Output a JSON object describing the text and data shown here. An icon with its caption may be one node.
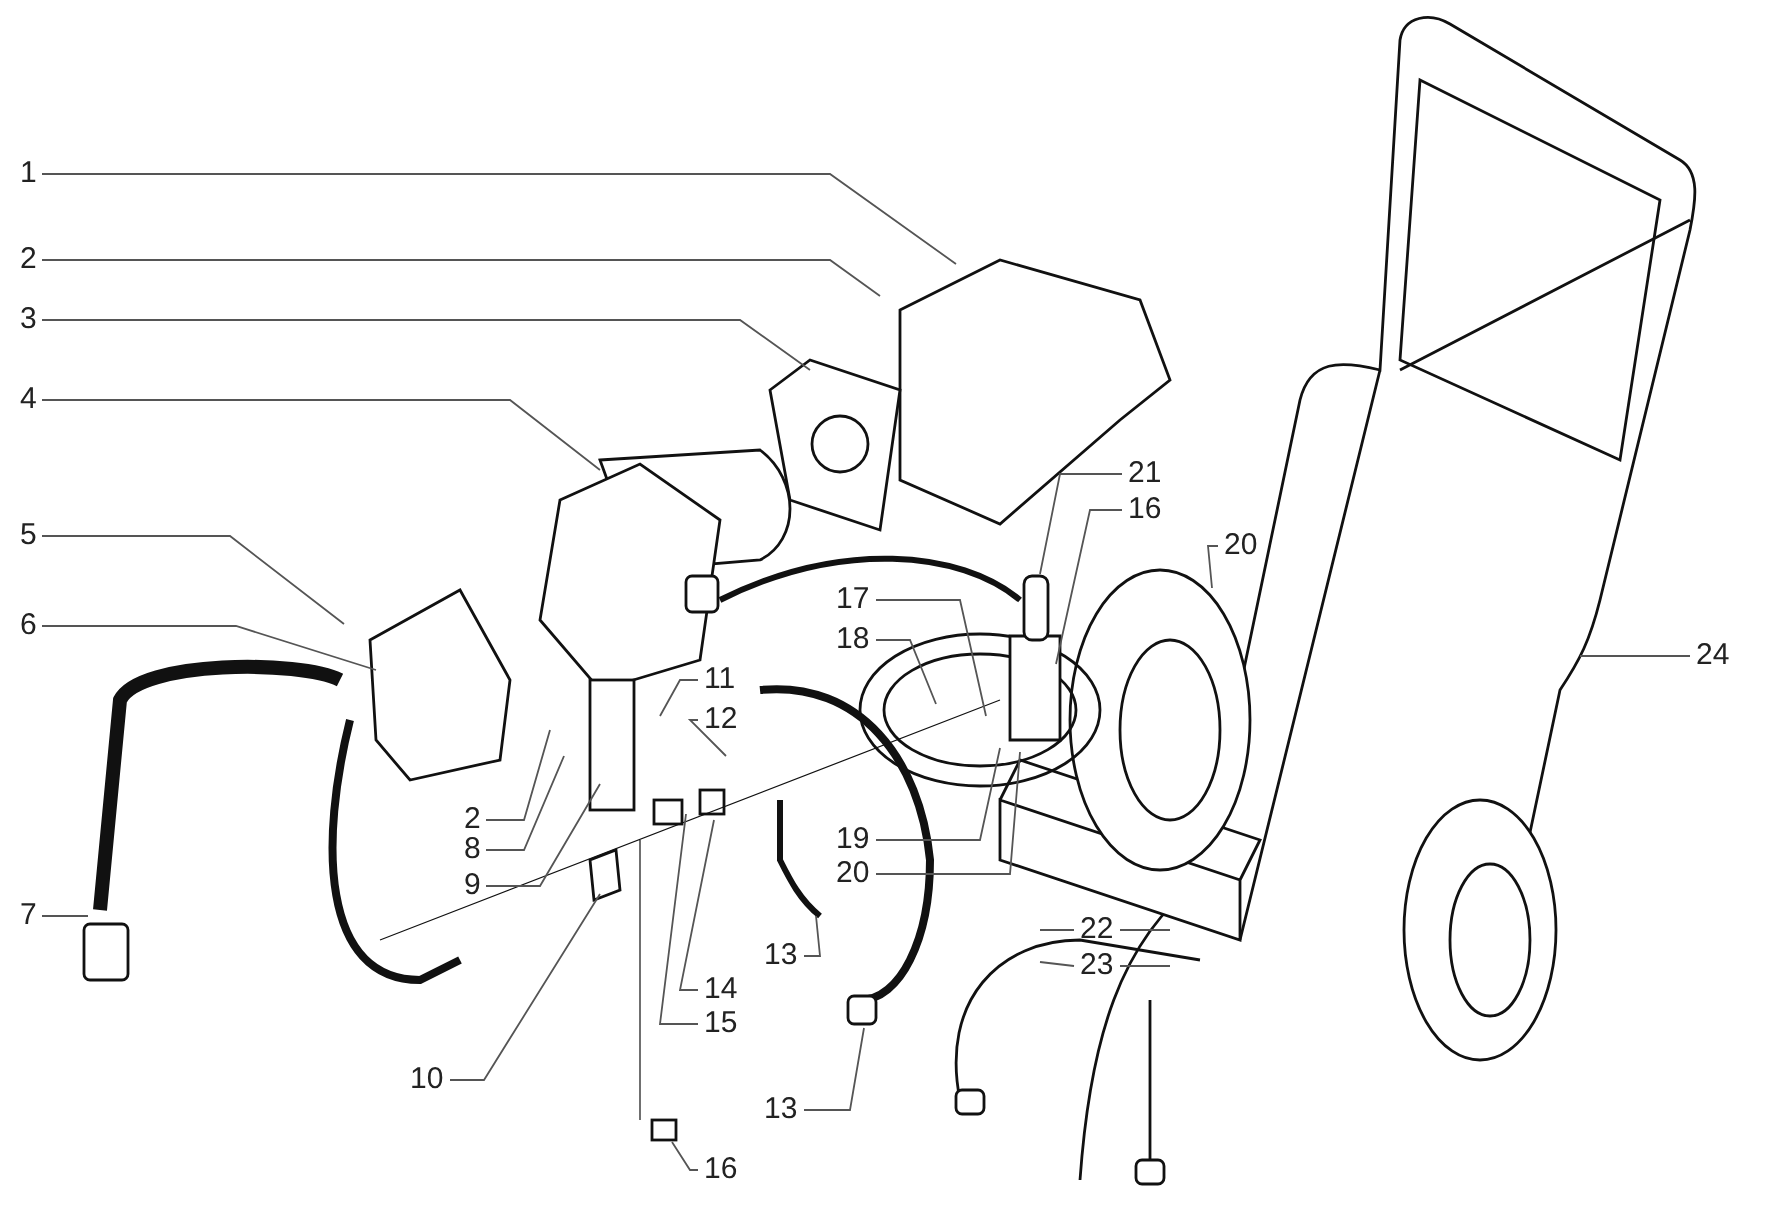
{
  "diagram": {
    "nodes": [
      {
        "text": [
          "1"
        ]
      },
      {
        "text": [
          "2"
        ]
      },
      {
        "text": [
          "3"
        ]
      },
      {
        "text": [
          "4"
        ]
      },
      {
        "text": [
          "5"
        ]
      },
      {
        "text": [
          "6"
        ]
      },
      {
        "text": [
          "7"
        ]
      },
      {
        "text": [
          "2"
        ]
      },
      {
        "text": [
          "8"
        ]
      },
      {
        "text": [
          "9"
        ]
      },
      {
        "text": [
          "10"
        ]
      },
      {
        "text": [
          "11"
        ]
      },
      {
        "text": [
          "12"
        ]
      },
      {
        "text": [
          "13"
        ]
      },
      {
        "text": [
          "14"
        ]
      },
      {
        "text": [
          "15"
        ]
      },
      {
        "text": [
          "13"
        ]
      },
      {
        "text": [
          "16"
        ]
      },
      {
        "text": [
          "17"
        ]
      },
      {
        "text": [
          "18"
        ]
      },
      {
        "text": [
          "21"
        ]
      },
      {
        "text": [
          "16"
        ]
      },
      {
        "text": [
          "20"
        ]
      },
      {
        "text": [
          "19"
        ]
      },
      {
        "text": [
          "20"
        ]
      },
      {
        "text": [
          "22"
        ]
      },
      {
        "text": [
          "23"
        ]
      },
      {
        "text": [
          "24"
        ]
      }
    ],
    "edges": [
      {
        "from": 0,
        "to": null,
        "arrow": "none"
      },
      {
        "from": 1,
        "to": null,
        "arrow": "none"
      },
      {
        "from": 2,
        "to": null,
        "arrow": "none"
      },
      {
        "from": 3,
        "to": null,
        "arrow": "none"
      },
      {
        "from": 4,
        "to": null,
        "arrow": "none"
      },
      {
        "from": 5,
        "to": null,
        "arrow": "none"
      },
      {
        "from": 6,
        "to": null,
        "arrow": "none"
      },
      {
        "from": 7,
        "to": null,
        "arrow": "none"
      },
      {
        "from": 8,
        "to": null,
        "arrow": "none"
      },
      {
        "from": 9,
        "to": null,
        "arrow": "none"
      },
      {
        "from": 10,
        "to": null,
        "arrow": "none"
      },
      {
        "from": 11,
        "to": null,
        "arrow": "none"
      },
      {
        "from": 12,
        "to": null,
        "arrow": "none"
      },
      {
        "from": 13,
        "to": null,
        "arrow": "none"
      },
      {
        "from": 14,
        "to": null,
        "arrow": "none"
      },
      {
        "from": 15,
        "to": null,
        "arrow": "none"
      },
      {
        "from": 16,
        "to": null,
        "arrow": "none"
      },
      {
        "from": 17,
        "to": null,
        "arrow": "none"
      },
      {
        "from": 18,
        "to": null,
        "arrow": "none"
      },
      {
        "from": 19,
        "to": null,
        "arrow": "none"
      },
      {
        "from": 20,
        "to": null,
        "arrow": "none"
      },
      {
        "from": 21,
        "to": null,
        "arrow": "none"
      },
      {
        "from": 22,
        "to": null,
        "arrow": "none"
      },
      {
        "from": 23,
        "to": null,
        "arrow": "none"
      },
      {
        "from": 24,
        "to": null,
        "arrow": "none"
      },
      {
        "from": 25,
        "to": null,
        "arrow": "none"
      },
      {
        "from": 25,
        "to": null,
        "arrow": "none"
      },
      {
        "from": 26,
        "to": null,
        "arrow": "none"
      },
      {
        "from": 26,
        "to": null,
        "arrow": "none"
      },
      {
        "from": 27,
        "to": null,
        "arrow": "none"
      }
    ]
  }
}
